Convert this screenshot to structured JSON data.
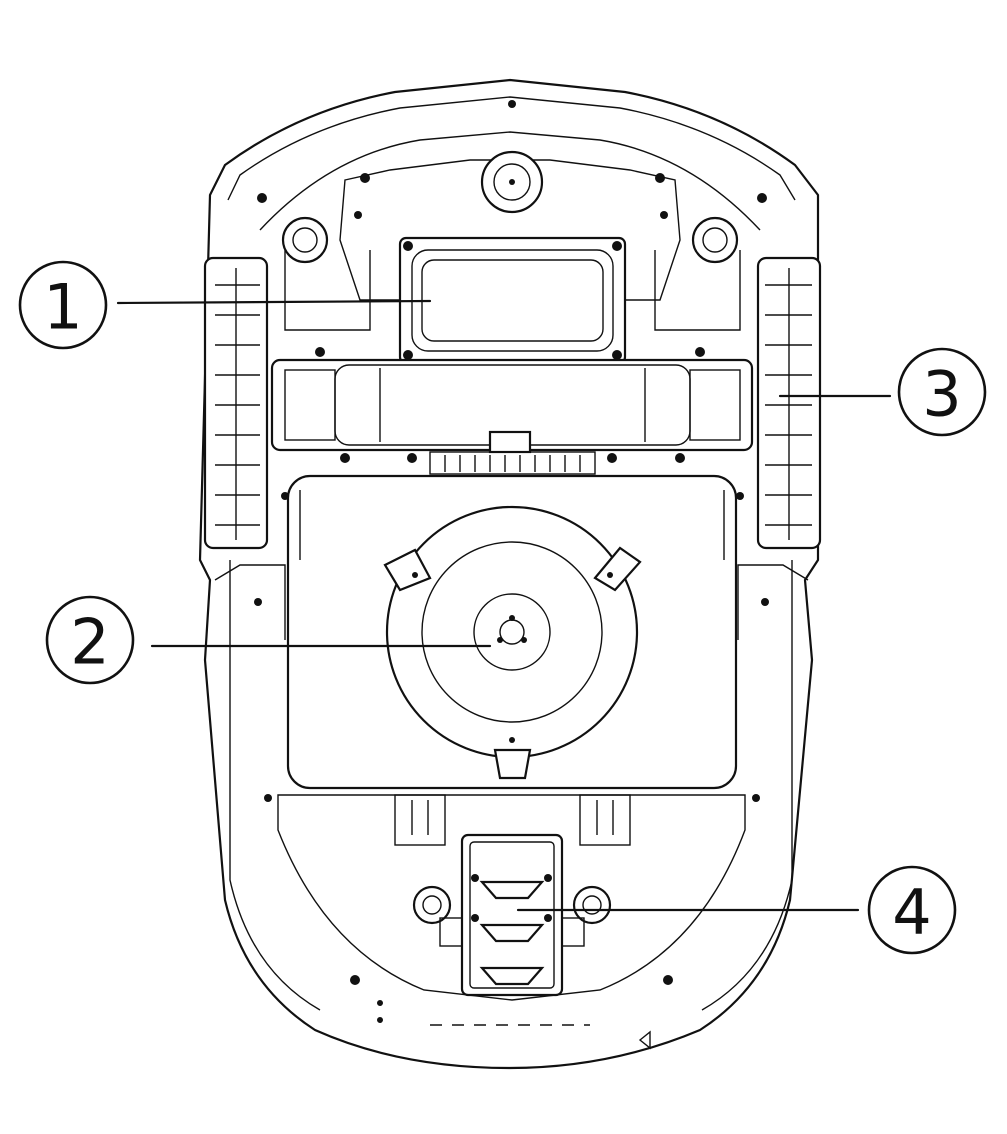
{
  "diagram": {
    "subject": "robotic-lawn-mower-underside",
    "colors": {
      "line": "#111111",
      "background": "#ffffff"
    },
    "callouts": [
      {
        "label": "1",
        "target": "battery-cover"
      },
      {
        "label": "2",
        "target": "cutting-disc"
      },
      {
        "label": "3",
        "target": "drive-wheel"
      },
      {
        "label": "4",
        "target": "charging-contacts"
      }
    ]
  }
}
